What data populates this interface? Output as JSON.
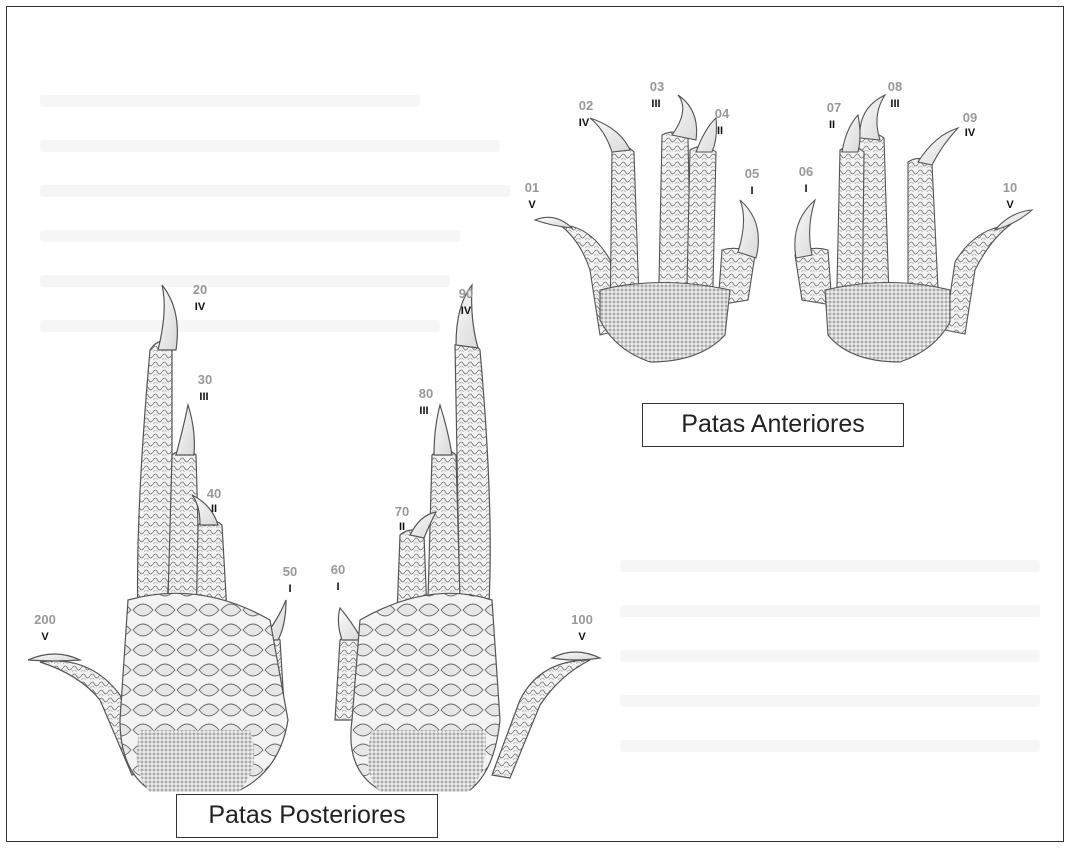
{
  "captions": {
    "anterior": "Patas Anteriores",
    "posterior": "Patas Posteriores"
  },
  "labels": {
    "l01": {
      "num": "01",
      "roman": "V"
    },
    "l02": {
      "num": "02",
      "roman": "IV"
    },
    "l03": {
      "num": "03",
      "roman": "III"
    },
    "l04": {
      "num": "04",
      "roman": "II"
    },
    "l05": {
      "num": "05",
      "roman": "I"
    },
    "l06": {
      "num": "06",
      "roman": "I"
    },
    "l07": {
      "num": "07",
      "roman": "II"
    },
    "l08": {
      "num": "08",
      "roman": "III"
    },
    "l09": {
      "num": "09",
      "roman": "IV"
    },
    "l10": {
      "num": "10",
      "roman": "V"
    },
    "l20": {
      "num": "20",
      "roman": "IV"
    },
    "l30": {
      "num": "30",
      "roman": "III"
    },
    "l40": {
      "num": "40",
      "roman": "II"
    },
    "l50": {
      "num": "50",
      "roman": "I"
    },
    "l200": {
      "num": "200",
      "roman": "V"
    },
    "l60": {
      "num": "60",
      "roman": "I"
    },
    "l70": {
      "num": "70",
      "roman": "II"
    },
    "l80": {
      "num": "80",
      "roman": "III"
    },
    "l90": {
      "num": "90",
      "roman": "IV"
    },
    "l100": {
      "num": "100",
      "roman": "V"
    }
  },
  "colors": {
    "number": "#999999",
    "roman": "#111111",
    "sketch": "#555555"
  }
}
